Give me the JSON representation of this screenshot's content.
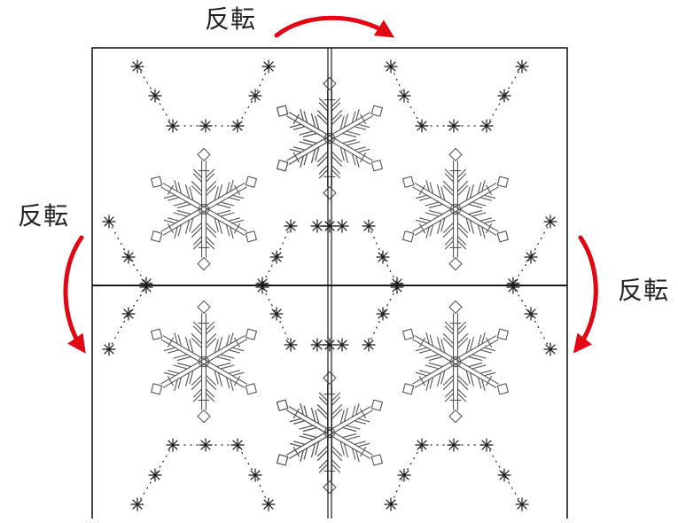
{
  "labels": {
    "top": "反転",
    "left": "反転",
    "right": "反転"
  },
  "colors": {
    "arrow": "#e30613",
    "line": "#1a1a1a",
    "snowflake": "#555555",
    "background": "#ffffff"
  },
  "icons": {
    "arrow": "curved-arrow-icon",
    "snowflake": "snowflake-icon",
    "star": "asterisk-star-icon"
  }
}
